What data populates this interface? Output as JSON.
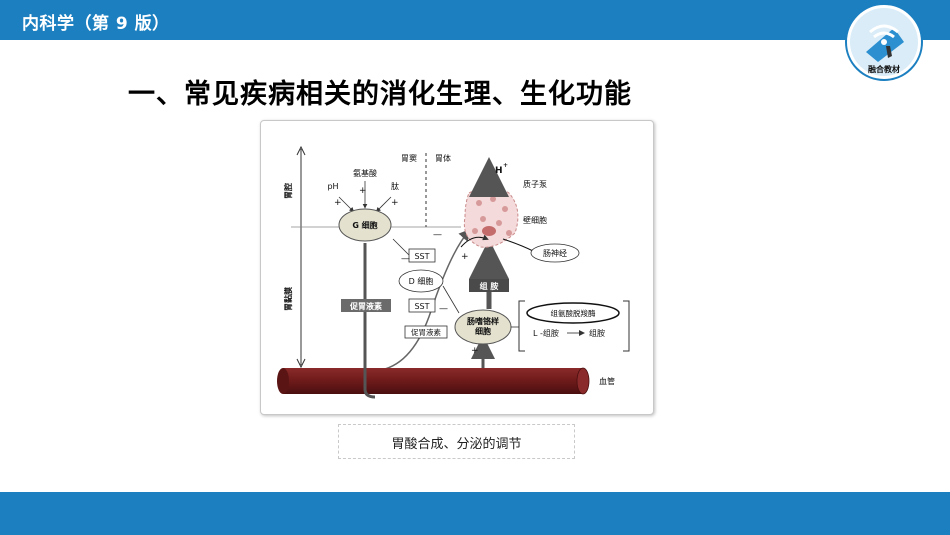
{
  "header": {
    "book_title": "内科学（第 9 版）",
    "logo_text": "融合教材",
    "bar_color": "#1b7fc0"
  },
  "slide": {
    "heading": "一、常见疾病相关的消化生理、生化功能"
  },
  "diagram": {
    "region_stomach_cavity": "胃腔",
    "region_gastric_mucosa": "胃黏膜",
    "antrum": "胃窦",
    "body": "胃体",
    "stimulus_amino_acid": "氨基酸",
    "stimulus_ph": "pH",
    "stimulus_peptide": "肽",
    "plus": "+",
    "minus": "—",
    "g_cell": "G 细胞",
    "sst_1": "SST",
    "sst_2": "SST",
    "d_cell": "D 细胞",
    "gastrin_1": "促胃液素",
    "gastrin_2": "促胃液素",
    "ecl_cell_line1": "肠嗜铬样",
    "ecl_cell_line2": "细胞",
    "histamine": "组 胺",
    "hdc_enzyme": "组氨酸脱羧酶",
    "l_histidine": "L -组胺",
    "histamine_product": "组胺",
    "proton_pump": "质子泵",
    "h_ion": "H",
    "h_sup": "+",
    "parietal_cell": "壁细胞",
    "vagus_nerve": "肠神经",
    "blood_vessel": "血管",
    "vessel_color": "#6e1a1a"
  },
  "caption": {
    "text": "胃酸合成、分泌的调节"
  }
}
